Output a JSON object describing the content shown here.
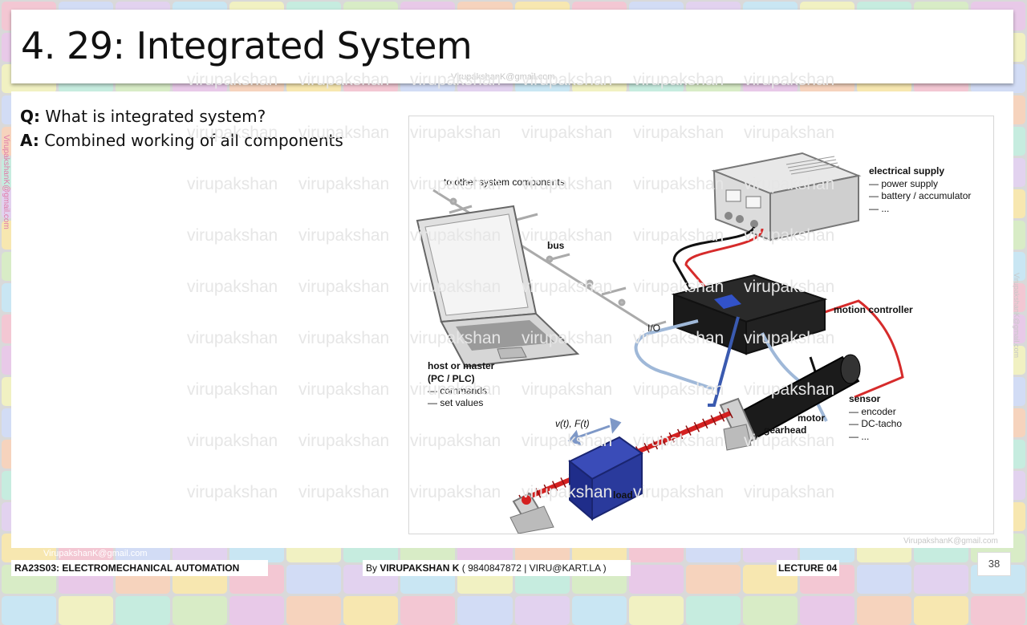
{
  "slide": {
    "title": "4. 29: Integrated System",
    "question_label": "Q:",
    "question_text": " What is integrated system?",
    "answer_label": "A:",
    "answer_text": " Combined working of all components",
    "page_number": "38"
  },
  "watermarks": {
    "word": "virupakshan",
    "email": "VirupakshanK@gmail.com"
  },
  "footer": {
    "course": "RA23S03:   ELECTROMECHANICAL AUTOMATION",
    "author_prefix": "By ",
    "author_name": "VIRUPAKSHAN K",
    "author_contact": " ( 9840847872 | VIRU@KART.LA )",
    "lecture": "LECTURE 04"
  },
  "diagram": {
    "to_other": "to other system components",
    "bus": "bus",
    "io": "I/O",
    "host_title": "host or master",
    "host_sub": "(PC / PLC)",
    "host_item1": "— commands",
    "host_item2": "— set values",
    "supply_title": "electrical supply",
    "supply_item1": "— power supply",
    "supply_item2": "— battery / accumulator",
    "supply_item3": "— ...",
    "motion_controller": "motion controller",
    "sensor_title": "sensor",
    "sensor_item1": "— encoder",
    "sensor_item2": "— DC-tacho",
    "sensor_item3": "— ...",
    "motor": "motor",
    "gearhead": "gearhead",
    "load": "load",
    "vf": "v(t), F(t)"
  },
  "colors": {
    "wire_red": "#d62b2b",
    "wire_blue": "#9fb8d8",
    "screw_red": "#d42020",
    "load_blue": "#2a3a9c"
  }
}
